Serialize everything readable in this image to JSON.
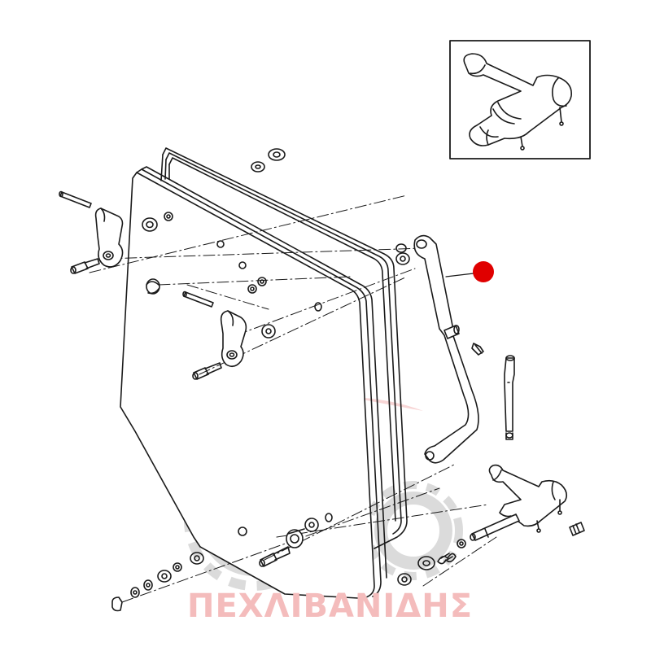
{
  "watermark": {
    "text": "ΠΕΧΛΙΒΑΝΙΔΗΣ",
    "text_color": "#f4bcbc",
    "gear_color": "#d8d8d8",
    "roof_color": "#f1b3b3"
  },
  "callout_marker": {
    "color": "#e00000",
    "shape": "filled-circle"
  },
  "inset_detail": {
    "frame_color": "#222222",
    "depicts": "lever-handle-assembly"
  },
  "line_color": "#1a1a1a"
}
